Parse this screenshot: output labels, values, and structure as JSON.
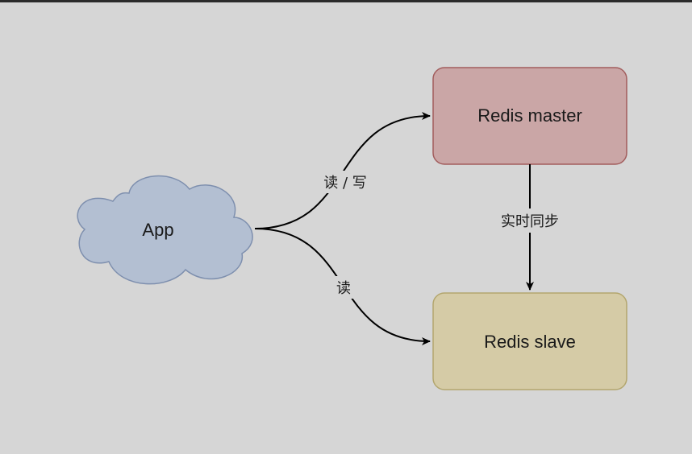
{
  "nodes": {
    "app": {
      "label": "App"
    },
    "master": {
      "label": "Redis master"
    },
    "slave": {
      "label": "Redis slave"
    }
  },
  "edges": {
    "app_to_master": {
      "label": "读 / 写"
    },
    "app_to_slave": {
      "label": "读"
    },
    "master_to_slave": {
      "label": "实时同步"
    }
  },
  "colors": {
    "background": "#d6d6d6",
    "master_fill": "#caa6a6",
    "master_stroke": "#a25d5d",
    "slave_fill": "#d5cba6",
    "slave_stroke": "#b3a66e",
    "cloud_fill": "#b3bfd2",
    "cloud_stroke": "#7e8fae"
  }
}
